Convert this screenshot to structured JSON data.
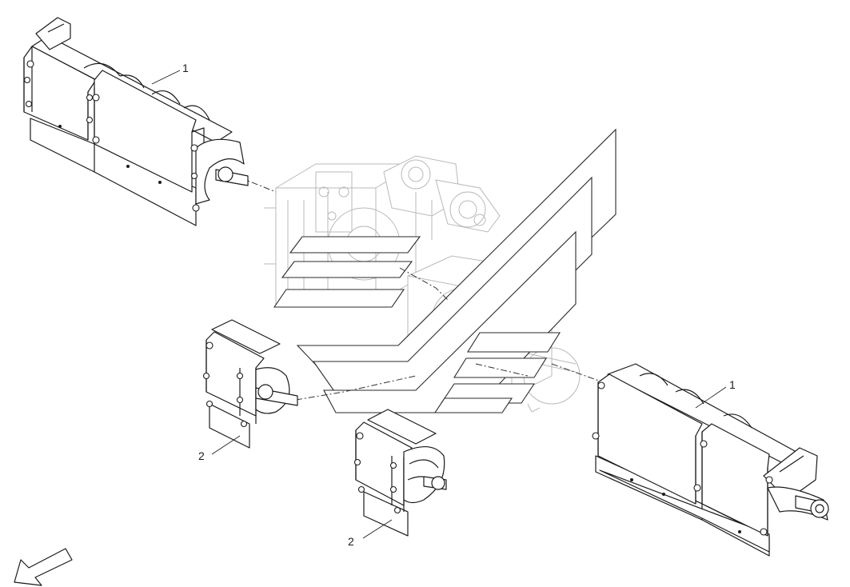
{
  "callouts": [
    {
      "label": "1"
    },
    {
      "label": "1"
    },
    {
      "label": "2"
    },
    {
      "label": "2"
    }
  ],
  "colors": {
    "line": "#1a1a1a",
    "ghost": "#b9b9b9",
    "background": "#ffffff"
  }
}
